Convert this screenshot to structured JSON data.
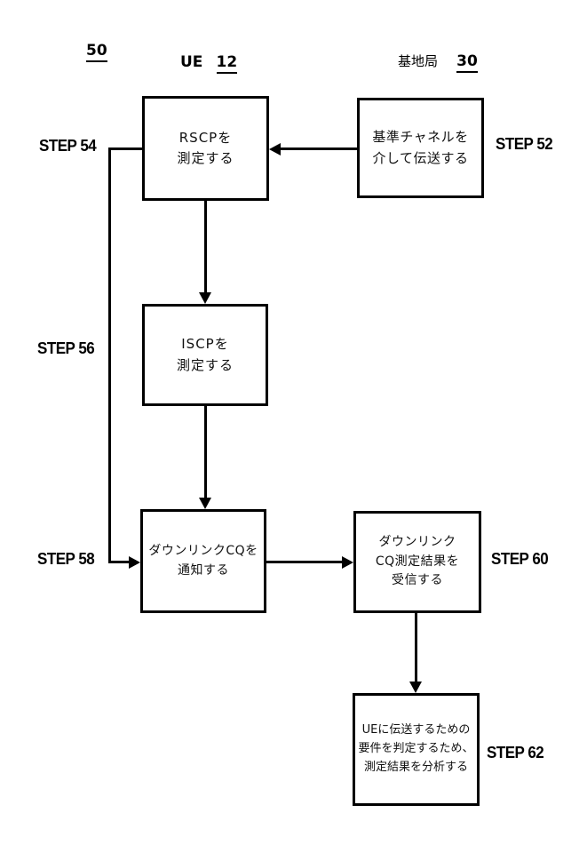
{
  "diagram": {
    "figure_label": "50",
    "columns": {
      "ue": {
        "label": "UE",
        "ref": "12"
      },
      "base": {
        "label": "基地局",
        "ref": "30"
      }
    },
    "boxes": {
      "rscp": {
        "text": "RSCPを\n測定する",
        "step": "STEP 54"
      },
      "transmit": {
        "text": "基準チャネルを\n介して伝送する",
        "step": "STEP 52"
      },
      "iscp": {
        "text": "ISCPを\n測定する",
        "step": "STEP 56"
      },
      "notify": {
        "text": "ダウンリンクCQを\n通知する",
        "step": "STEP 58"
      },
      "receive": {
        "text": "ダウンリンク\nCQ測定結果を\n受信する",
        "step": "STEP 60"
      },
      "analyze": {
        "text": "UEに伝送するための\n要件を判定するため、\n測定結果を分析する",
        "step": "STEP 62"
      }
    },
    "colors": {
      "line": "#000000",
      "background": "#ffffff"
    }
  }
}
